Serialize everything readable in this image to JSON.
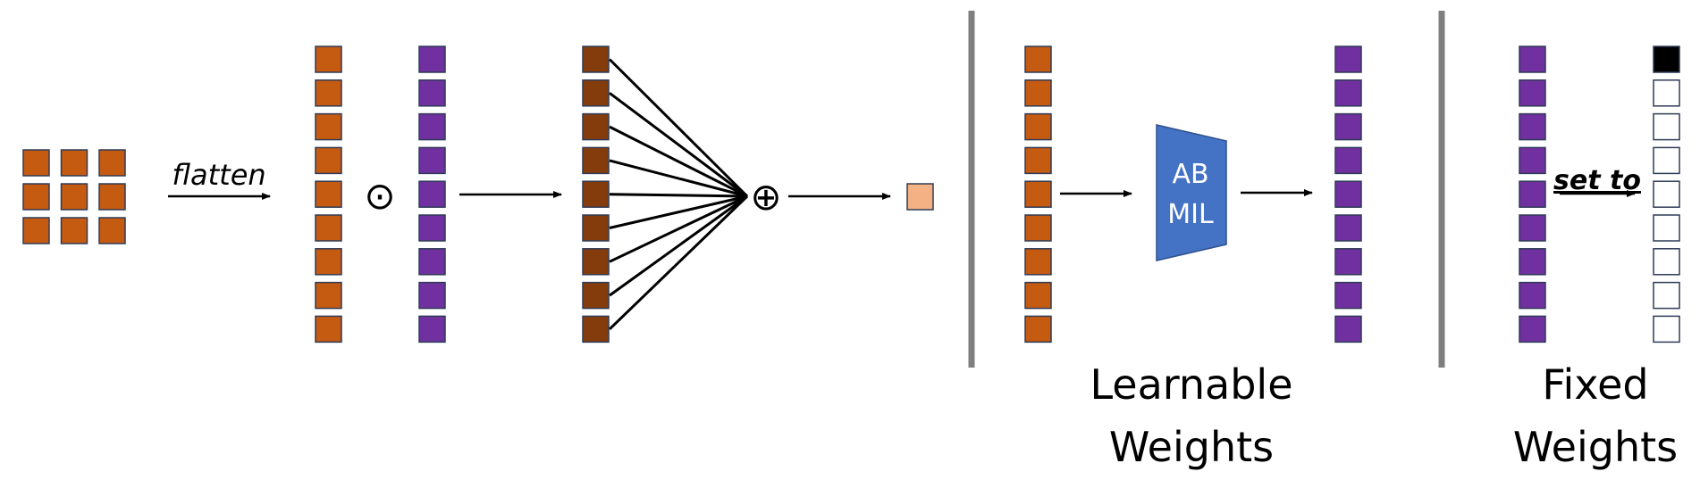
{
  "flatten_label": "flatten",
  "hadamard_symbol": "⊙",
  "sum_symbol": "⊕",
  "abmil_line1": "AB",
  "abmil_line2": "MIL",
  "set_to_label": "set to",
  "learnable_line1": "Learnable",
  "learnable_line2": "Weights",
  "fixed_line1": "Fixed",
  "fixed_line2": "Weights",
  "grid_rows": 3,
  "grid_cols": 3,
  "vector_length": 9,
  "one_hot_active_index": 0,
  "colors": {
    "instance": "#c55a11",
    "weight": "#7030a0",
    "weighted": "#843c0c",
    "output": "#f4b183",
    "abmil": "#4472c4",
    "divider": "#7f7f7f",
    "one_hot_on": "#000000",
    "one_hot_off": "#ffffff",
    "border": "#2f3b57"
  }
}
